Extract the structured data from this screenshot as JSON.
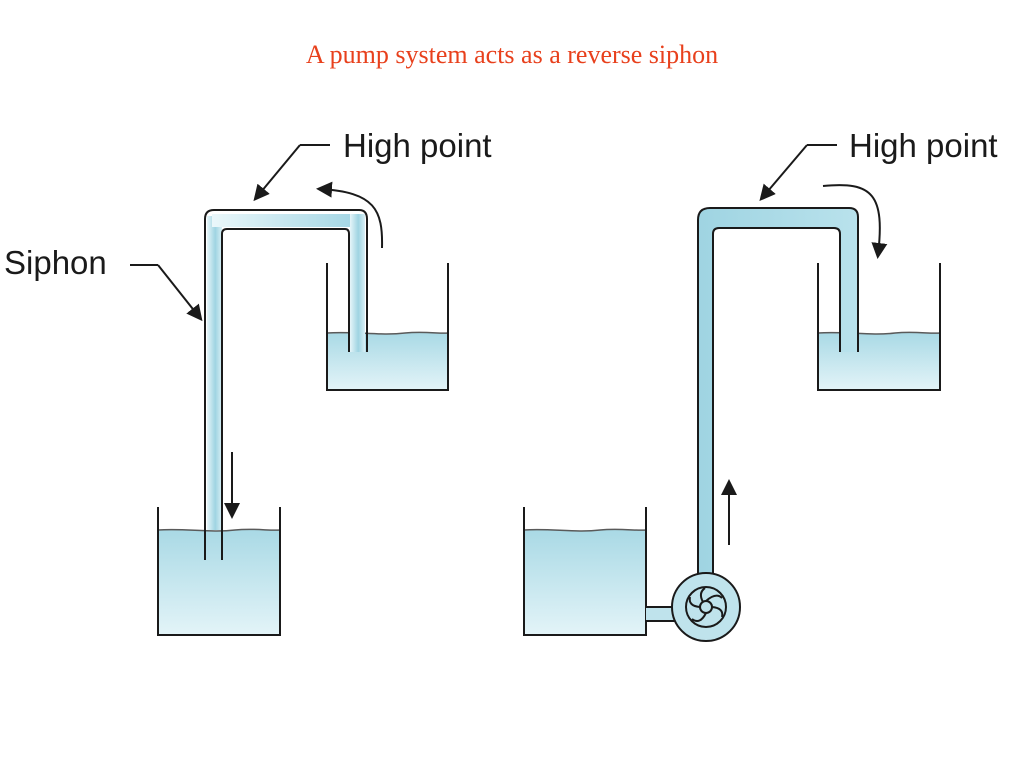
{
  "title": "A pump system acts as a reverse siphon",
  "labels": {
    "siphon": "Siphon",
    "high_point_left": "High point",
    "high_point_right": "High point"
  },
  "colors": {
    "title": "#e8401c",
    "water": "#bfe3ec",
    "outline": "#1a1a1a"
  }
}
